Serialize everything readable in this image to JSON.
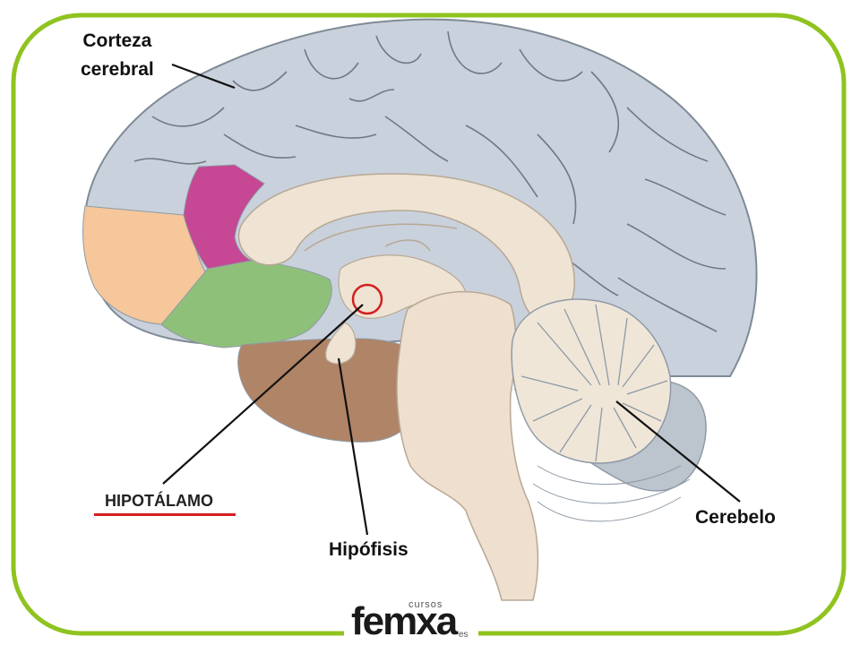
{
  "labels": {
    "corteza_line1": "Corteza",
    "corteza_line2": "cerebral",
    "hipotalamo": "HIPOTÁLAMO",
    "hipofisis": "Hipófisis",
    "cerebelo": "Cerebelo"
  },
  "logo": {
    "small": "cursos",
    "main_a": "fem",
    "main_b": "xa",
    "suffix": "es"
  },
  "colors": {
    "frame": "#8fc31f",
    "cortex": "#c9d1dc",
    "frontal_pole": "#f5c79a",
    "prefrontal_magenta": "#c64794",
    "orbitofrontal_green": "#8fc07a",
    "temporal_brown": "#b08466",
    "corpus_callosum": "#efe3d3",
    "brainstem": "#efdfce",
    "highlight_circle": "#d42020",
    "underline": "#d42020"
  }
}
